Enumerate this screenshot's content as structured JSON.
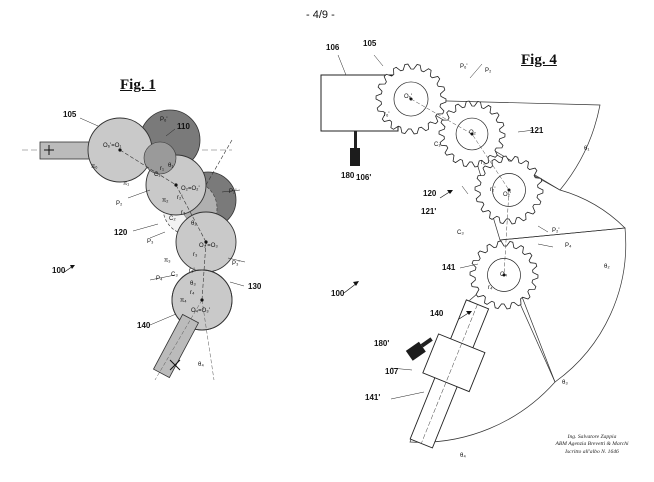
{
  "page_number": "- 4/9 -",
  "fig1": {
    "title": "Fig. 1",
    "ref_labels": [
      "105",
      "110",
      "120",
      "130",
      "140",
      "100"
    ],
    "point_labels": [
      "O₆'=O₁",
      "O₂=O₂'",
      "O₃'=O₃",
      "O₄=O₃'",
      "P₆'",
      "P₂",
      "P₂'",
      "P₃",
      "P₃'",
      "P₄",
      "C₁",
      "C₂",
      "C₃",
      "r₁",
      "r₂",
      "r₂'",
      "r₃",
      "r₃'",
      "r₄",
      "π₆",
      "π₁",
      "π₂",
      "π₃",
      "π₄",
      "θ₁",
      "θ₂",
      "θ₃",
      "θ₄"
    ]
  },
  "fig4": {
    "title": "Fig. 4",
    "ref_labels": [
      "105",
      "106",
      "106'",
      "180",
      "180'",
      "120",
      "121",
      "121'",
      "140",
      "141",
      "141'",
      "107",
      "100"
    ],
    "point_labels": [
      "O₆'",
      "O₂",
      "O₂'",
      "O₄",
      "P₆'",
      "P₂",
      "P₂'",
      "P₄",
      "r₆'",
      "r₂",
      "r₂'",
      "r₄",
      "C₁",
      "C₃",
      "θ₁",
      "θ₂",
      "θ₃",
      "θ₄"
    ]
  },
  "signature": {
    "line1": "Ing. Salvatore Zappia",
    "line2": "ABM Agenzia Brevetti & Marchi",
    "line3": "Iscritto all'albo N. 1646"
  },
  "icons": [
    "arrow-100-icon",
    "gear-icon",
    "motor-icon",
    "handle-icon"
  ]
}
